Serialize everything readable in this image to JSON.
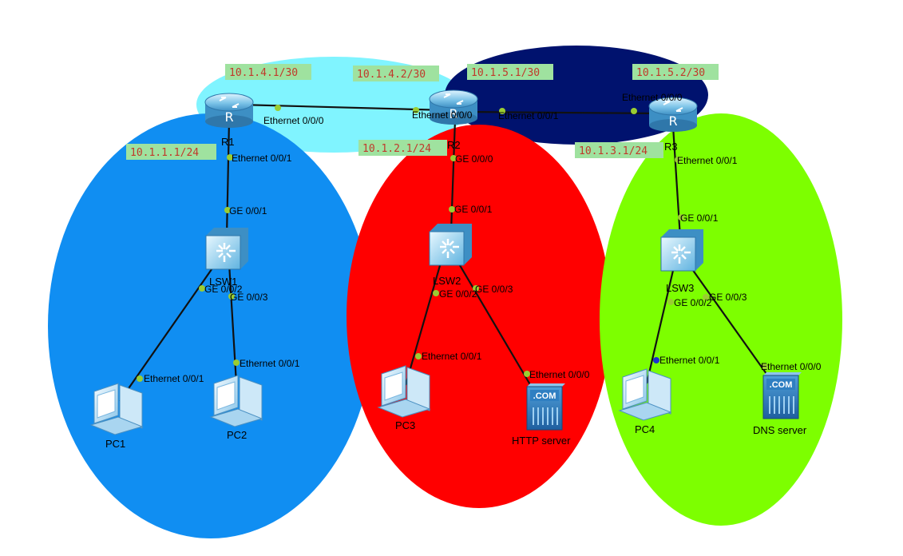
{
  "colors": {
    "zone_r1_top": "#80f4ff",
    "zone_r1": "#108ef2",
    "zone_r2": "#ff0000",
    "zone_r3_top": "#00126e",
    "zone_r3": "#7dff00",
    "ip_label_bg": "#9fe29f",
    "ip_label_text": "#c0392b",
    "port_dot": "#9acd32"
  },
  "ip_labels": {
    "r1_e000": "10.1.4.1/30",
    "r2_e000": "10.1.4.2/30",
    "r2_e001": "10.1.5.1/30",
    "r3_e000": "10.1.5.2/30",
    "r1_lan": "10.1.1.1/24",
    "r2_lan": "10.1.2.1/24",
    "r3_lan": "10.1.3.1/24"
  },
  "devices": {
    "r1": "R1",
    "r2": "R2",
    "r3": "R3",
    "lsw1": "LSW1",
    "lsw2": "LSW2",
    "lsw3": "LSW3",
    "pc1": "PC1",
    "pc2": "PC2",
    "pc3": "PC3",
    "pc4": "PC4",
    "http_server": "HTTP server",
    "dns_server": "DNS server"
  },
  "server_icon_text": ".COM",
  "ports": {
    "r1_r2": "Ethernet 0/0/0",
    "r2_r1": "Ethernet 0/0/0",
    "r2_r3": "Ethernet 0/0/1",
    "r3_r2": "Ethernet 0/0/0",
    "r1_down": "Ethernet 0/0/1",
    "lsw1_up": "GE 0/0/1",
    "lsw1_pc1": "GE 0/0/2",
    "lsw1_pc2": "GE 0/0/3",
    "pc1": "Ethernet 0/0/1",
    "pc2": "Ethernet 0/0/1",
    "r2_down": "GE 0/0/0",
    "lsw2_up": "GE 0/0/1",
    "lsw2_pc3": "GE 0/0/2",
    "lsw2_http": "GE 0/0/3",
    "pc3": "Ethernet 0/0/1",
    "http": "Ethernet 0/0/0",
    "r3_down": "Ethernet 0/0/1",
    "lsw3_up": "GE 0/0/1",
    "lsw3_pc4": "GE 0/0/2",
    "lsw3_dns": "GE 0/0/3",
    "pc4": "Ethernet 0/0/1",
    "dns": "Ethernet 0/0/0"
  }
}
